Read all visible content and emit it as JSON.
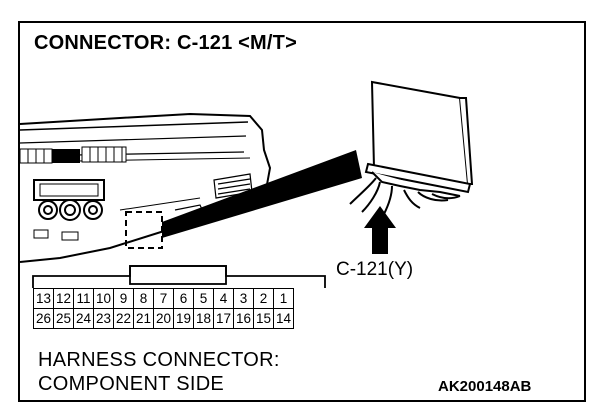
{
  "title": "CONNECTOR: C-121 <M/T>",
  "callout_label": "C-121(Y)",
  "pins_top": [
    "13",
    "12",
    "11",
    "10",
    "9",
    "8",
    "7",
    "6",
    "5",
    "4",
    "3",
    "2",
    "1"
  ],
  "pins_bottom": [
    "26",
    "25",
    "24",
    "23",
    "22",
    "21",
    "20",
    "19",
    "18",
    "17",
    "16",
    "15",
    "14"
  ],
  "caption_line1": "HARNESS CONNECTOR:",
  "caption_line2": "COMPONENT SIDE",
  "figure_code": "AK200148AB"
}
